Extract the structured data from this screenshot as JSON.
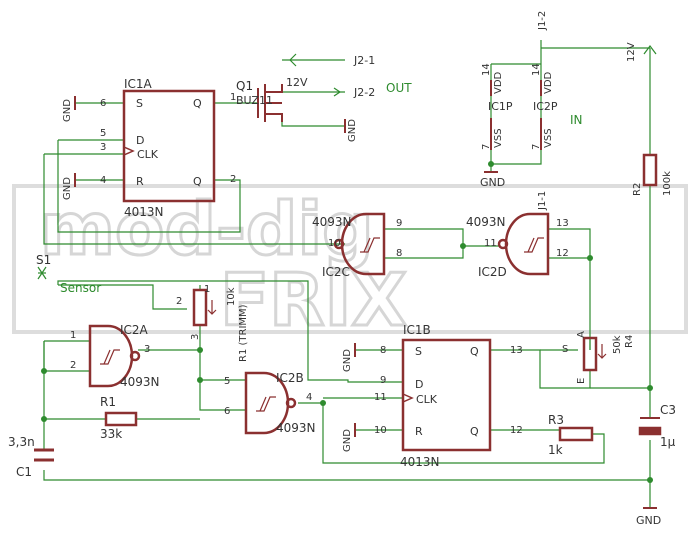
{
  "colors": {
    "wire": "#2e8b2e",
    "part": "#8b3030",
    "text": "#333333",
    "watermark": "#d9d9d9"
  },
  "watermark": {
    "line1": "mod-dig",
    "line2": "FRIX"
  },
  "connectors": {
    "j2_1": "J2-1",
    "j2_2": "J2-2",
    "out": "OUT",
    "j1_2": "J1-2",
    "j1_1": "J1-1",
    "in": "IN",
    "supply": "12V",
    "supply_q1": "12V",
    "s1": "S1",
    "sensor": "Sensor"
  },
  "ground_label": "GND",
  "ic1a": {
    "name": "IC1A",
    "part": "4013N",
    "pin_s": "S",
    "pin_d": "D",
    "pin_clk": "CLK",
    "pin_r": "R",
    "pin_q": "Q",
    "pin_qn": "Q",
    "num_s": "6",
    "num_d": "5",
    "num_clk": "3",
    "num_r": "4",
    "num_q": "1",
    "num_qn": "2"
  },
  "ic1b": {
    "name": "IC1B",
    "part": "4013N",
    "pin_s": "S",
    "pin_d": "D",
    "pin_clk": "CLK",
    "pin_r": "R",
    "pin_q": "Q",
    "pin_qn": "Q",
    "num_s": "8",
    "num_d": "9",
    "num_clk": "11",
    "num_r": "10",
    "num_q": "13",
    "num_qn": "12"
  },
  "q1": {
    "name": "Q1",
    "part": "BUZ11"
  },
  "ic2a": {
    "name": "IC2A",
    "part": "4093N",
    "in1": "1",
    "in2": "2",
    "out": "3"
  },
  "ic2b": {
    "name": "IC2B",
    "part": "4093N",
    "in1": "5",
    "in2": "6",
    "out": "4"
  },
  "ic2c": {
    "name": "IC2C",
    "part": "4093N",
    "in1": "9",
    "in2": "8",
    "out": "10"
  },
  "ic2d": {
    "name": "IC2D",
    "part": "4093N",
    "in1": "13",
    "in2": "12",
    "out": "11"
  },
  "power_pins": {
    "ic1p": "IC1P",
    "ic2p": "IC2P",
    "vdd": "VDD",
    "vss": "VSS",
    "num_vdd": "14",
    "num_vss": "7"
  },
  "resistors": {
    "r1_name": "R1",
    "r1_value": "33k",
    "r2_name": "R2",
    "r2_value": "100k",
    "r3_name": "R3",
    "r3_value": "1k",
    "r4_name": "R4",
    "r4_value": "50k",
    "r4_pin_s": "S",
    "r4_pin_a": "A",
    "r4_pin_e": "E",
    "r1t_name": "R1 (TRIMM)",
    "r1t_value": "10k",
    "r1t_pin1": "1",
    "r1t_pin2": "2",
    "r1t_pin3": "3"
  },
  "capacitors": {
    "c1_name": "C1",
    "c1_value": "3,3n",
    "c3_name": "C3",
    "c3_value": "1µ"
  }
}
